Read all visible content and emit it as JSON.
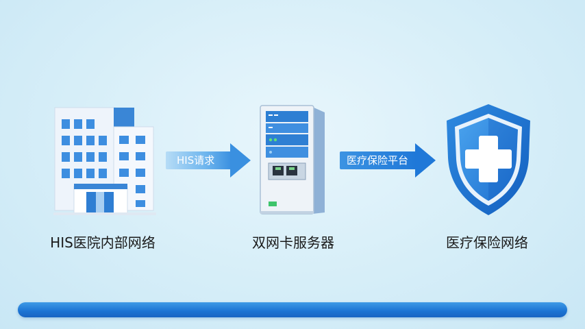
{
  "nodes": {
    "hospital": {
      "label": "HIS医院内部网络",
      "icon": "hospital-building-icon"
    },
    "server": {
      "label": "双网卡服务器",
      "icon": "server-icon"
    },
    "insurance": {
      "label": "医疗保险网络",
      "icon": "shield-cross-icon"
    }
  },
  "arrows": {
    "request": {
      "label": "HIS请求"
    },
    "platform": {
      "label": "医疗保险平台"
    }
  },
  "colors": {
    "primary_blue": "#1f78d8",
    "light_blue": "#7fc0f0",
    "background": "#d6eef8"
  }
}
